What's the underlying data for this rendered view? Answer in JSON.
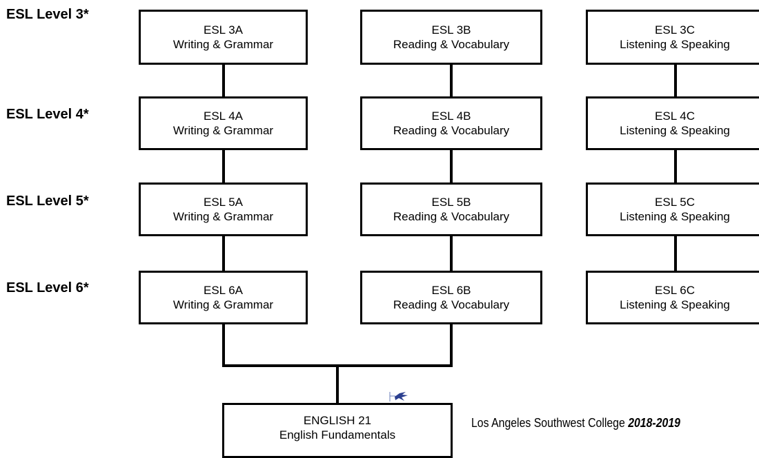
{
  "levels": [
    {
      "label": "ESL Level 3*",
      "courses": [
        {
          "code": "ESL 3A",
          "title": "Writing & Grammar"
        },
        {
          "code": "ESL 3B",
          "title": "Reading & Vocabulary"
        },
        {
          "code": "ESL 3C",
          "title": "Listening & Speaking"
        }
      ]
    },
    {
      "label": "ESL Level 4*",
      "courses": [
        {
          "code": "ESL 4A",
          "title": "Writing & Grammar"
        },
        {
          "code": "ESL 4B",
          "title": "Reading & Vocabulary"
        },
        {
          "code": "ESL 4C",
          "title": "Listening & Speaking"
        }
      ]
    },
    {
      "label": "ESL Level 5*",
      "courses": [
        {
          "code": "ESL 5A",
          "title": "Writing & Grammar"
        },
        {
          "code": "ESL 5B",
          "title": "Reading & Vocabulary"
        },
        {
          "code": "ESL 5C",
          "title": "Listening & Speaking"
        }
      ]
    },
    {
      "label": "ESL Level 6*",
      "courses": [
        {
          "code": "ESL 6A",
          "title": "Writing & Grammar"
        },
        {
          "code": "ESL 6B",
          "title": "Reading & Vocabulary"
        },
        {
          "code": "ESL 6C",
          "title": "Listening & Speaking"
        }
      ]
    }
  ],
  "final_course": {
    "code": "ENGLISH 21",
    "title": "English Fundamentals"
  },
  "footer": {
    "college": "Los Angeles Southwest College ",
    "year": "2018-2019"
  },
  "icons": {
    "logo": "bird-logo-icon"
  },
  "colors": {
    "line": "#000000",
    "background": "#ffffff",
    "logo": "#2b3f8f"
  }
}
